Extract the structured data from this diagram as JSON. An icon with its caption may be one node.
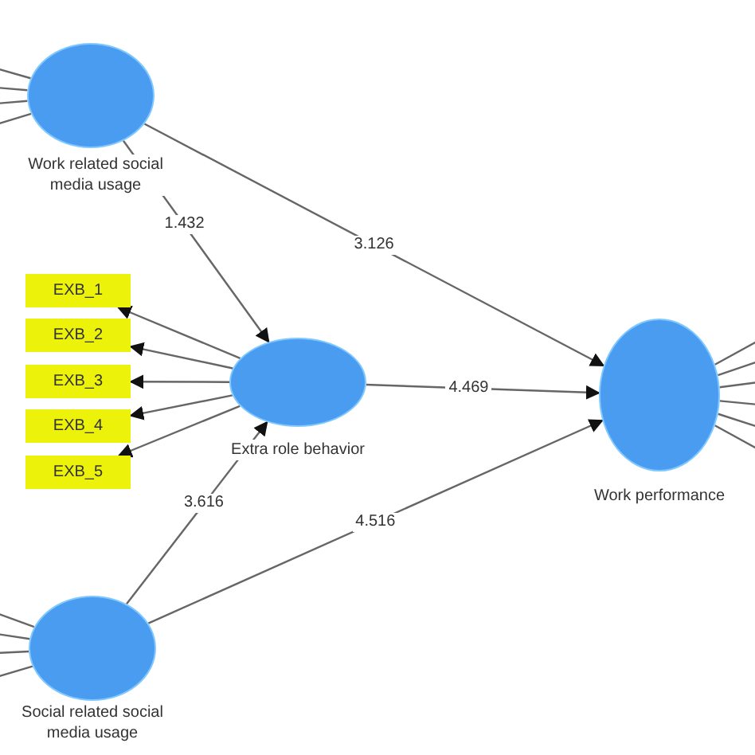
{
  "diagram": {
    "nodes": [
      {
        "text": [
          "Work related social media usage"
        ]
      },
      {
        "text": [
          "EXB_1"
        ]
      },
      {
        "text": [
          "EXB_2"
        ]
      },
      {
        "text": [
          "EXB_3"
        ]
      },
      {
        "text": [
          "EXB_4"
        ]
      },
      {
        "text": [
          "EXB_5"
        ]
      },
      {
        "text": [
          "Extra role behavior"
        ]
      },
      {
        "text": [
          "Social related social media usage"
        ]
      },
      {
        "text": [
          "Work performance"
        ]
      }
    ],
    "edges": [
      {
        "from": 0,
        "to": 6,
        "arrow": "to",
        "label": "1.432"
      },
      {
        "from": 0,
        "to": 8,
        "arrow": "to",
        "label": "3.126"
      },
      {
        "from": 6,
        "to": 1,
        "arrow": "to"
      },
      {
        "from": 6,
        "to": 2,
        "arrow": "to"
      },
      {
        "from": 6,
        "to": 3,
        "arrow": "to"
      },
      {
        "from": 6,
        "to": 4,
        "arrow": "to"
      },
      {
        "from": 6,
        "to": 5,
        "arrow": "to"
      },
      {
        "from": 6,
        "to": 8,
        "arrow": "to",
        "label": "4.469"
      },
      {
        "from": 7,
        "to": 6,
        "arrow": "to",
        "label": "3.616"
      },
      {
        "from": 7,
        "to": 8,
        "arrow": "to",
        "label": "4.516"
      },
      {
        "from": 0,
        "to": null,
        "arrow": "none"
      },
      {
        "from": 0,
        "to": null,
        "arrow": "none"
      },
      {
        "from": 0,
        "to": null,
        "arrow": "none"
      },
      {
        "from": 0,
        "to": null,
        "arrow": "none"
      },
      {
        "from": 7,
        "to": null,
        "arrow": "none"
      },
      {
        "from": 7,
        "to": null,
        "arrow": "none"
      },
      {
        "from": 7,
        "to": null,
        "arrow": "none"
      },
      {
        "from": 7,
        "to": null,
        "arrow": "none"
      },
      {
        "from": 8,
        "to": null,
        "arrow": "none"
      },
      {
        "from": 8,
        "to": null,
        "arrow": "none"
      },
      {
        "from": 8,
        "to": null,
        "arrow": "none"
      },
      {
        "from": 8,
        "to": null,
        "arrow": "none"
      },
      {
        "from": 8,
        "to": null,
        "arrow": "none"
      },
      {
        "from": 8,
        "to": null,
        "arrow": "none"
      }
    ]
  }
}
